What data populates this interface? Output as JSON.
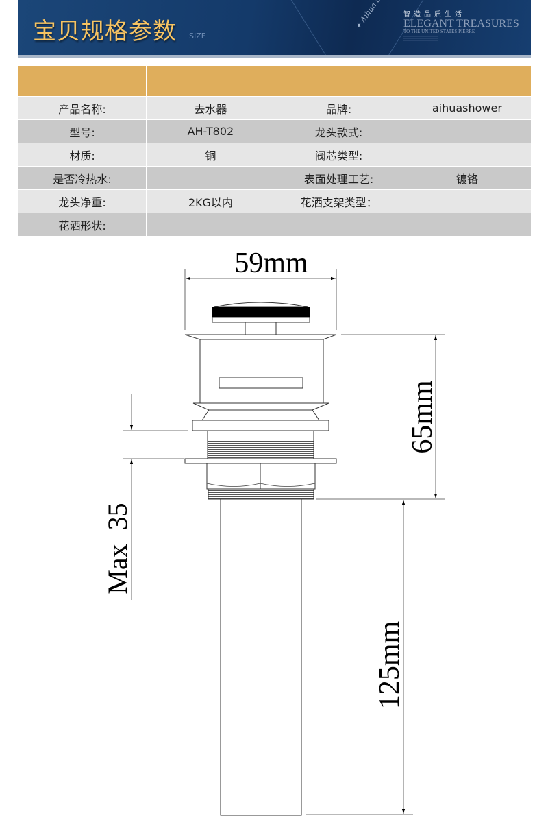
{
  "header": {
    "title": "宝贝规格参数",
    "subtitle": "SIZE",
    "brand_logo": "Aihua Shower",
    "slogan": "智造品质生活",
    "tagline": "ELEGANT TREASURES",
    "tagline_sub": "TO THE UNITED STATES PIERRE"
  },
  "table": {
    "header": [
      "",
      "",
      "",
      ""
    ],
    "rows": [
      [
        "产品名称:",
        "去水器",
        "品牌:",
        "aihuashower"
      ],
      [
        "型号:",
        "AH-T802",
        "龙头款式:",
        ""
      ],
      [
        "材质:",
        "铜",
        "阀芯类型:",
        ""
      ],
      [
        "是否冷热水:",
        "",
        "表面处理工艺:",
        "镀铬"
      ],
      [
        "龙头净重:",
        "2KG以内",
        "花洒支架类型：",
        ""
      ],
      [
        "花洒形状:",
        "",
        "",
        ""
      ]
    ]
  },
  "drawing": {
    "width_label": "59mm",
    "height_label": "65mm",
    "max_label": "Max  35",
    "tube_label": "125mm"
  },
  "colors": {
    "banner": "#143a6a",
    "title": "#f7c462",
    "table_header": "#dfae5c",
    "row_light": "#e6e6e6",
    "row_dark": "#c9c9c9"
  }
}
